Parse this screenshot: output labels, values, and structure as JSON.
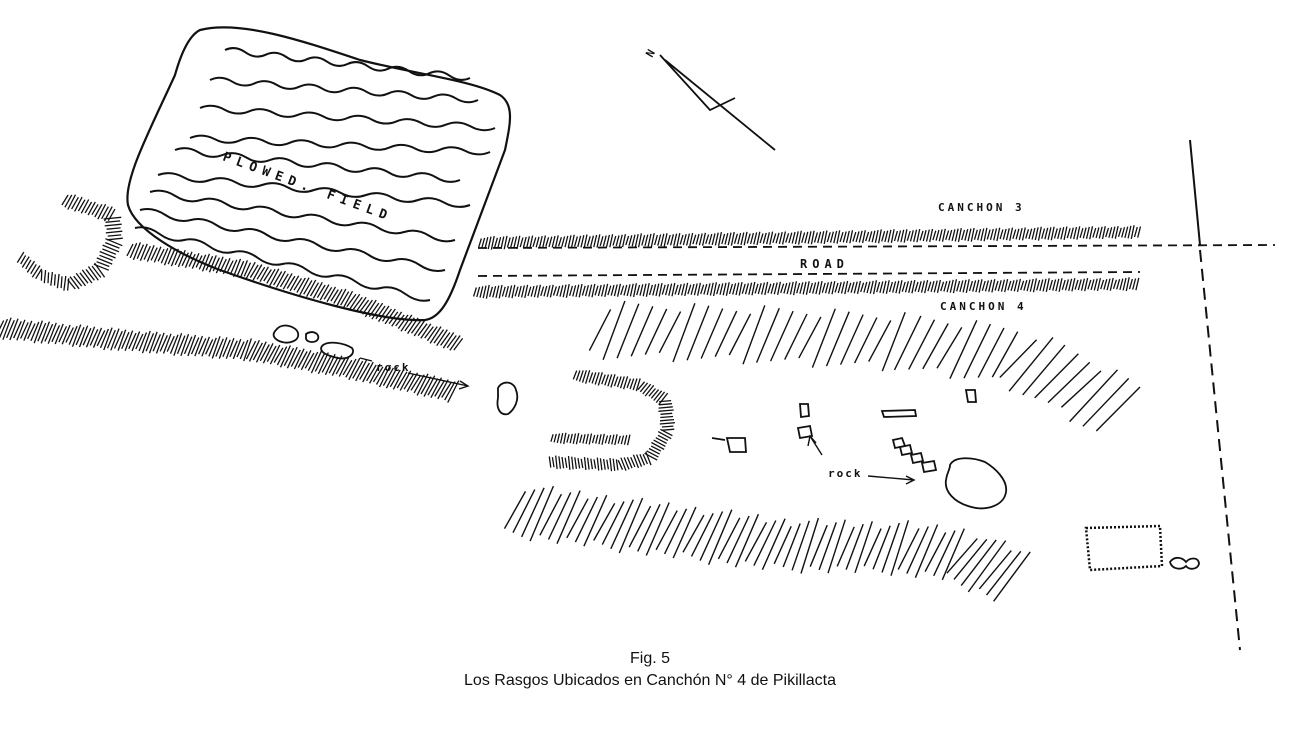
{
  "map": {
    "labels": {
      "plowed_field": "PLOWED. FIELD",
      "canchon_3": "CANCHON 3",
      "road": "ROAD",
      "canchon_4": "CANCHON 4",
      "rock_left": "rock",
      "rock_right": "rock",
      "north": "N"
    }
  },
  "caption": {
    "figure": "Fig. 5",
    "title": "Los Rasgos Ubicados en Canchón N° 4 de Pikillacta"
  }
}
